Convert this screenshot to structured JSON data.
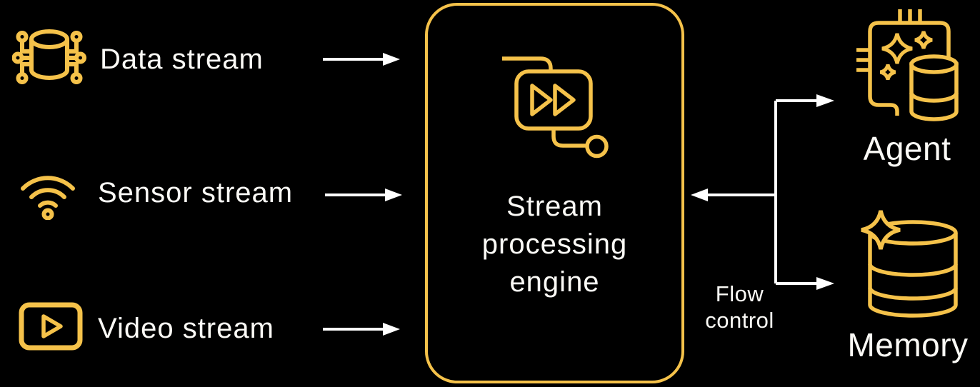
{
  "colors": {
    "background": "#000000",
    "accent_yellow": "#F5C24A",
    "text_white": "#FBFAF6",
    "arrow_white": "#FFFFFF"
  },
  "inputs": [
    {
      "label": "Data stream",
      "icon": "connected-database-icon"
    },
    {
      "label": "Sensor stream",
      "icon": "wifi-signal-icon"
    },
    {
      "label": "Video stream",
      "icon": "video-play-icon"
    }
  ],
  "engine": {
    "label": "Stream processing engine",
    "lines": [
      "Stream",
      "processing",
      "engine"
    ],
    "icon": "fast-forward-flow-icon"
  },
  "flow_control": {
    "label": "Flow control",
    "lines": [
      "Flow",
      "control"
    ]
  },
  "outputs": [
    {
      "label": "Agent",
      "icon": "ai-chip-sparkle-database-icon"
    },
    {
      "label": "Memory",
      "icon": "sparkle-database-icon"
    }
  ]
}
